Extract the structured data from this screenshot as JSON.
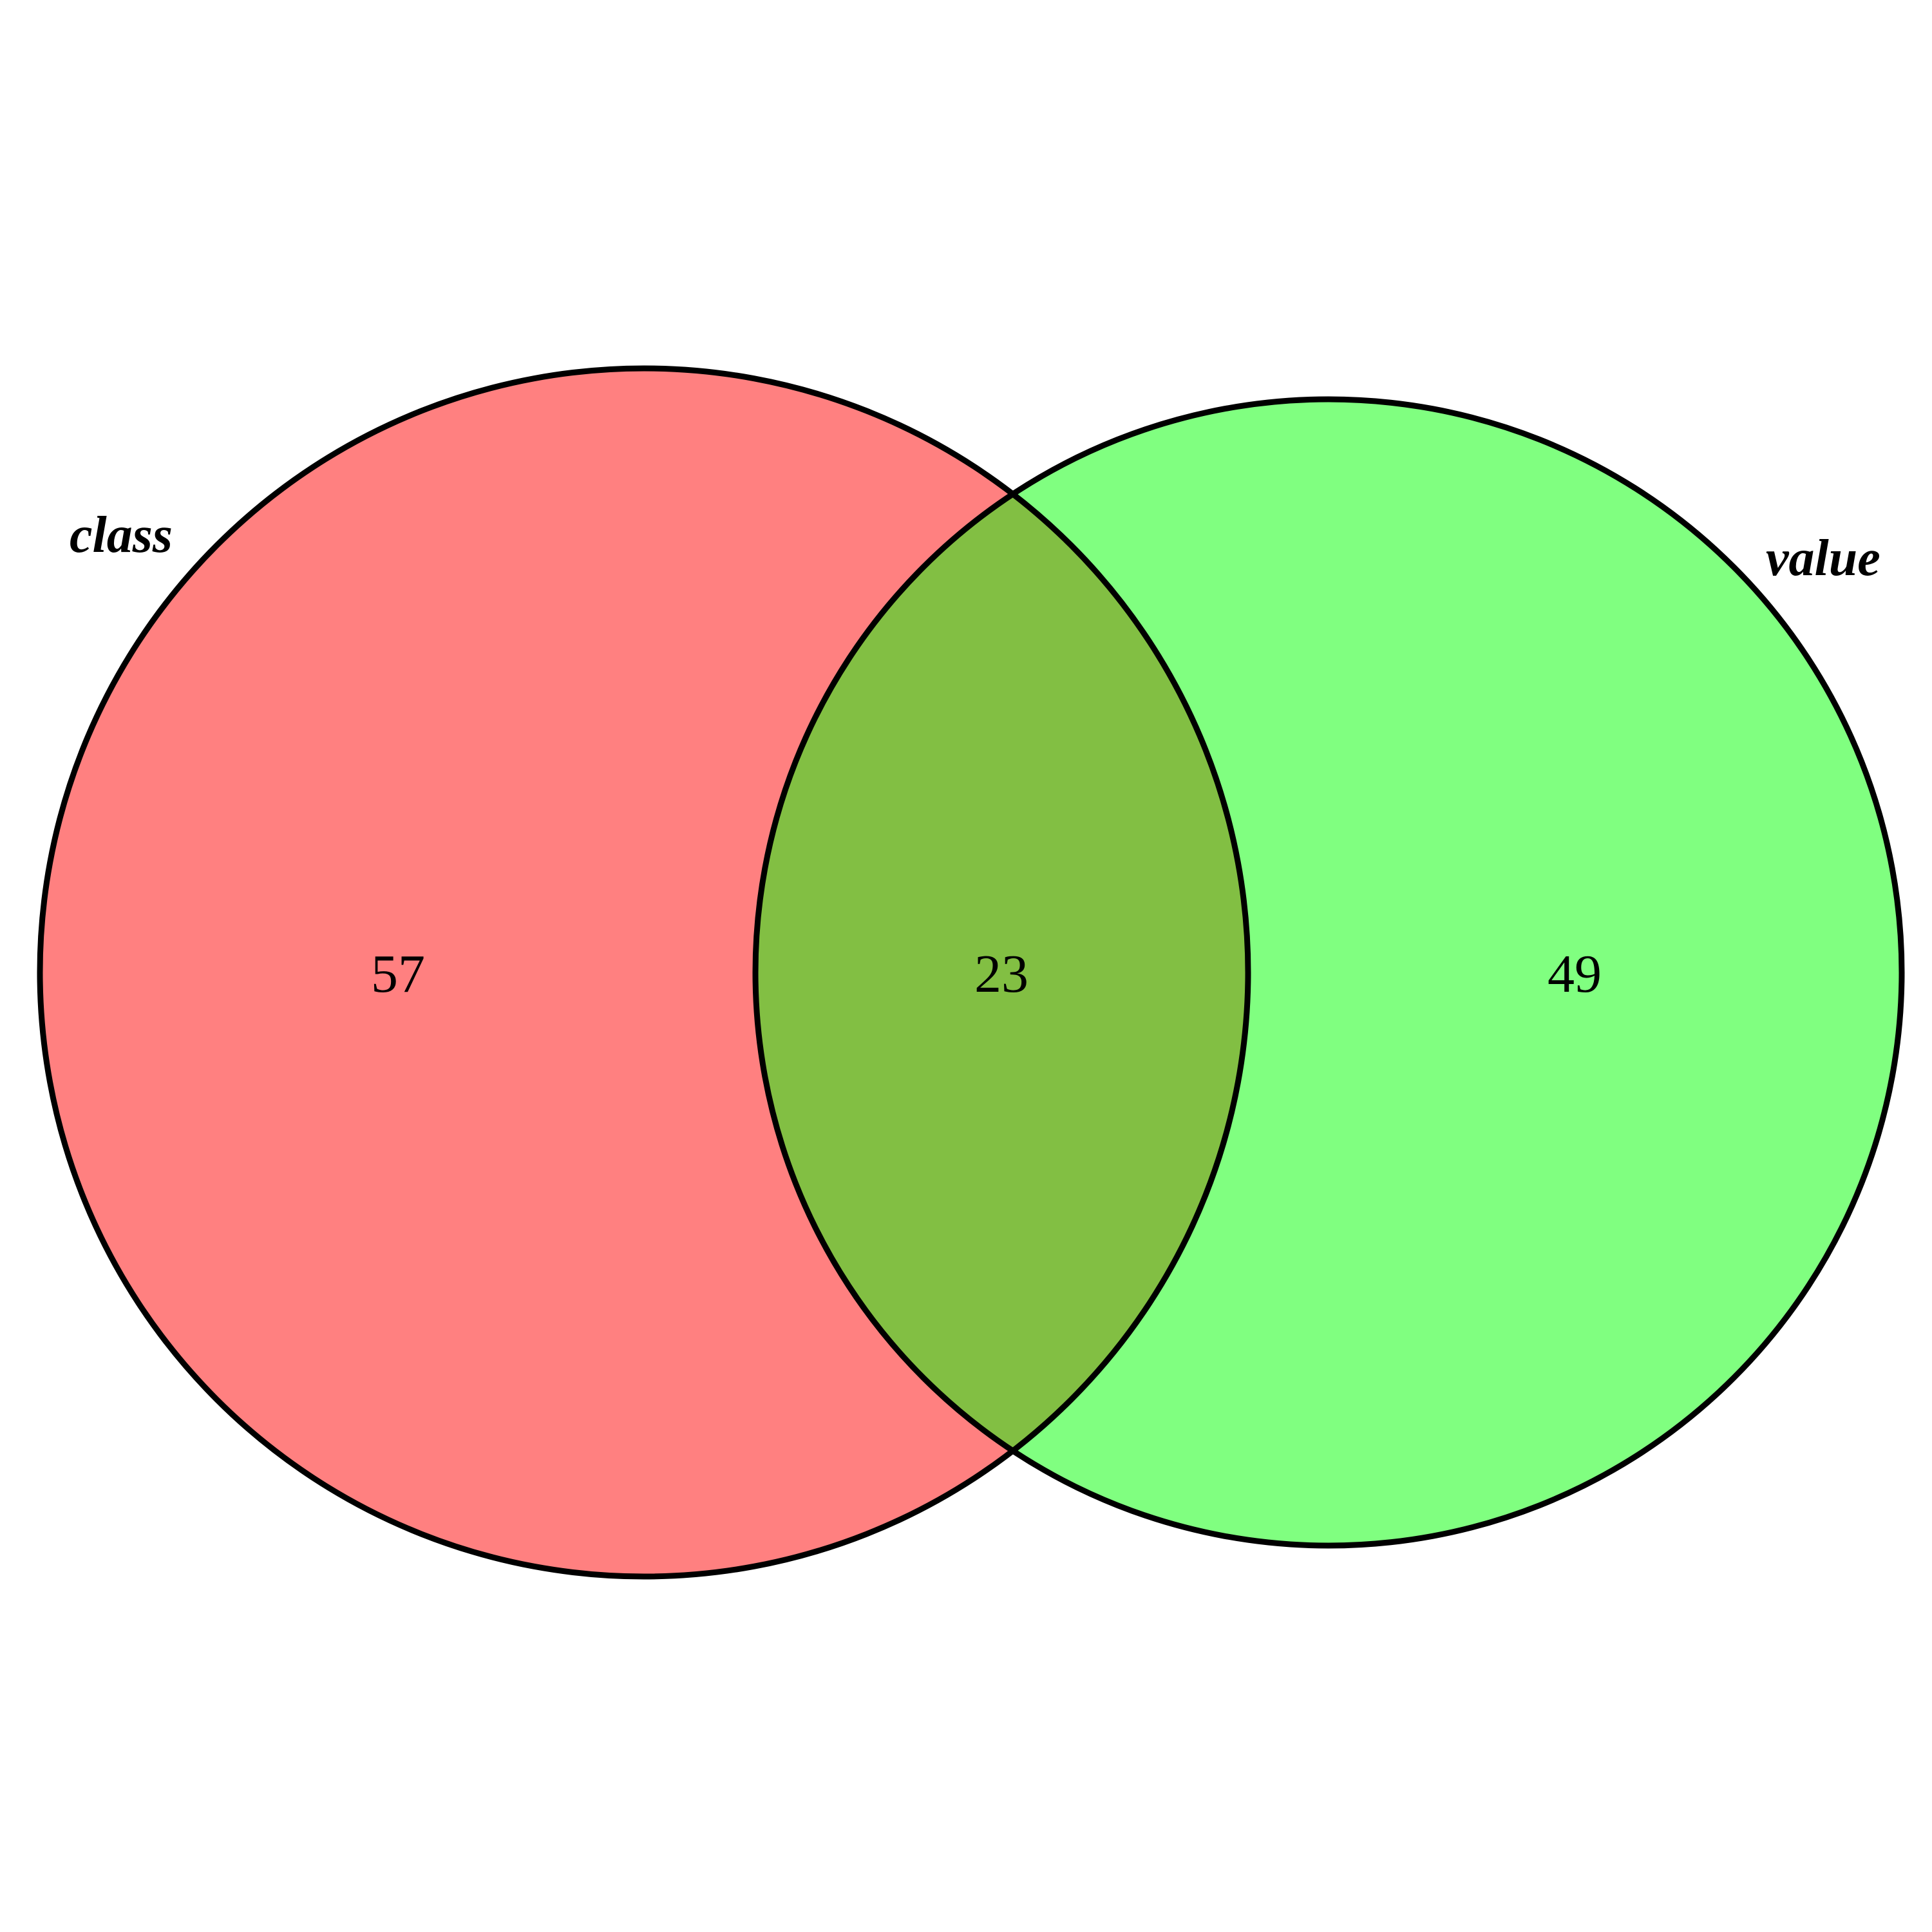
{
  "sets": [
    {
      "name": "class",
      "color": "#FF8080"
    },
    {
      "name": "value",
      "color": "#80FF80"
    }
  ],
  "overlap_color": "#82BF43",
  "counts": {
    "class_only": "57",
    "intersection": "23",
    "value_only": "49"
  }
}
